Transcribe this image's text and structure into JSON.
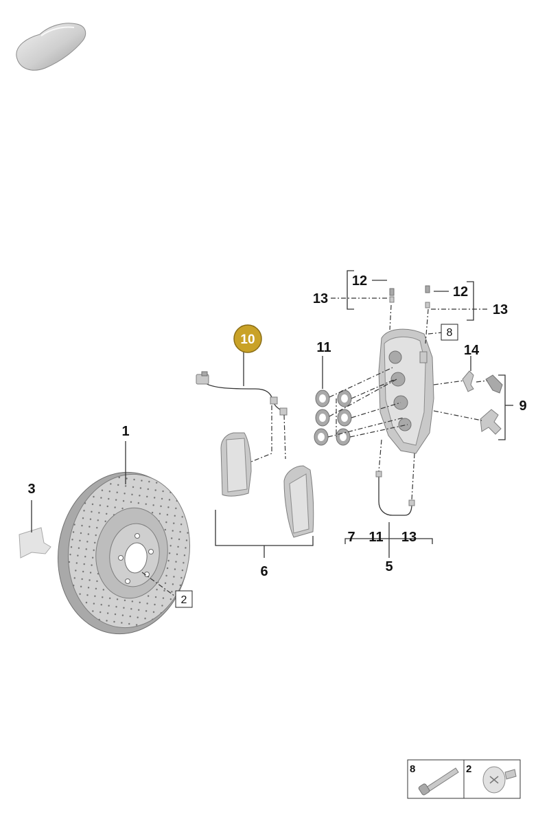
{
  "callouts": {
    "p1": "1",
    "p2": "2",
    "p3": "3",
    "p5": "5",
    "p6": "6",
    "p7": "7",
    "p8": "8",
    "p9": "9",
    "p10": "10",
    "p11_top": "11",
    "p11_bottom": "11",
    "p12_left": "12",
    "p12_right": "12",
    "p13_left": "13",
    "p13_right": "13",
    "p13_bottom": "13",
    "p14": "14"
  },
  "ref_boxes": {
    "box2": "2",
    "box8": "8"
  },
  "legend": {
    "bolt_label": "8",
    "screw_label": "2"
  },
  "colors": {
    "highlight_fill": "#c9a227",
    "highlight_stroke": "#8a6d16",
    "part_gray": "#c9c9c9"
  }
}
